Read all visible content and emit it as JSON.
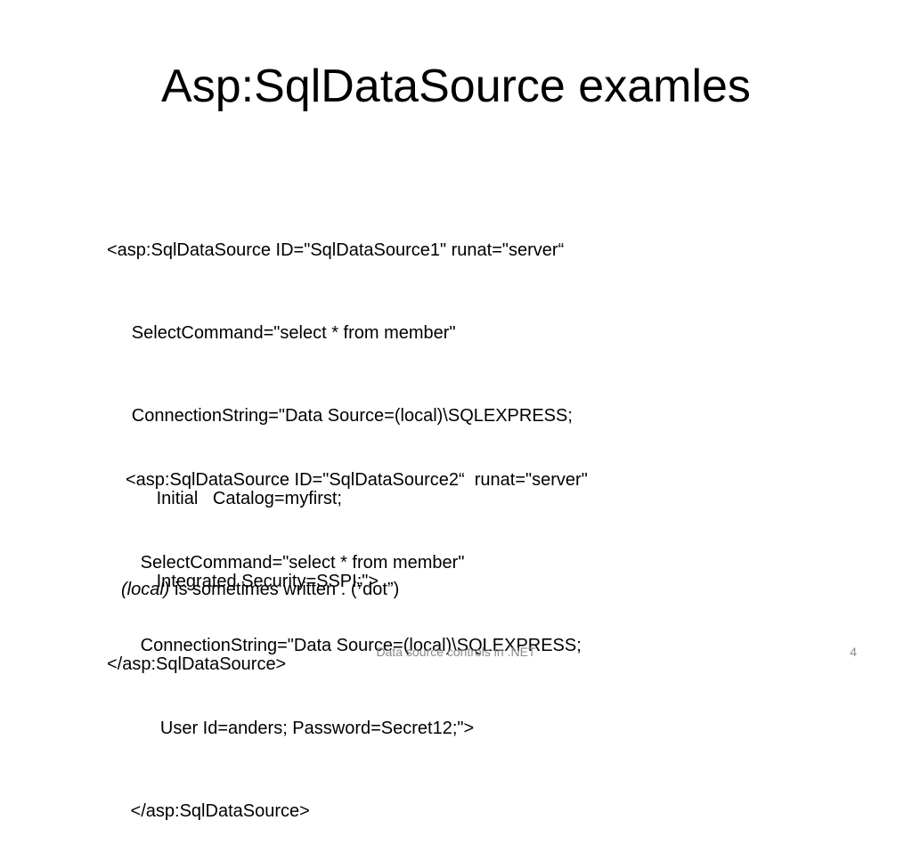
{
  "slide": {
    "title": "Asp:SqlDataSource examles",
    "example1": {
      "lines": [
        "<asp:SqlDataSource ID=\"SqlDataSource1\" runat=\"server“",
        "     SelectCommand=\"select * from member\"",
        "     ConnectionString=\"Data Source=(local)\\SQLEXPRESS;",
        "          Initial   Catalog=myfirst;",
        "          Integrated Security=SSPI;\">",
        "</asp:SqlDataSource>"
      ]
    },
    "example2": {
      "lines": [
        "<asp:SqlDataSource ID=\"SqlDataSource2“  runat=\"server\"",
        "   SelectCommand=\"select * from member\"",
        "   ConnectionString=\"Data Source=(local)\\SQLEXPRESS;",
        "       User Id=anders; Password=Secret12;\">",
        " </asp:SqlDataSource>"
      ]
    },
    "note": {
      "emphasis": "(local)",
      "text": " is sometimes written . (”dot”)"
    },
    "footer": "Data source controls in .NET",
    "page_number": "4"
  }
}
